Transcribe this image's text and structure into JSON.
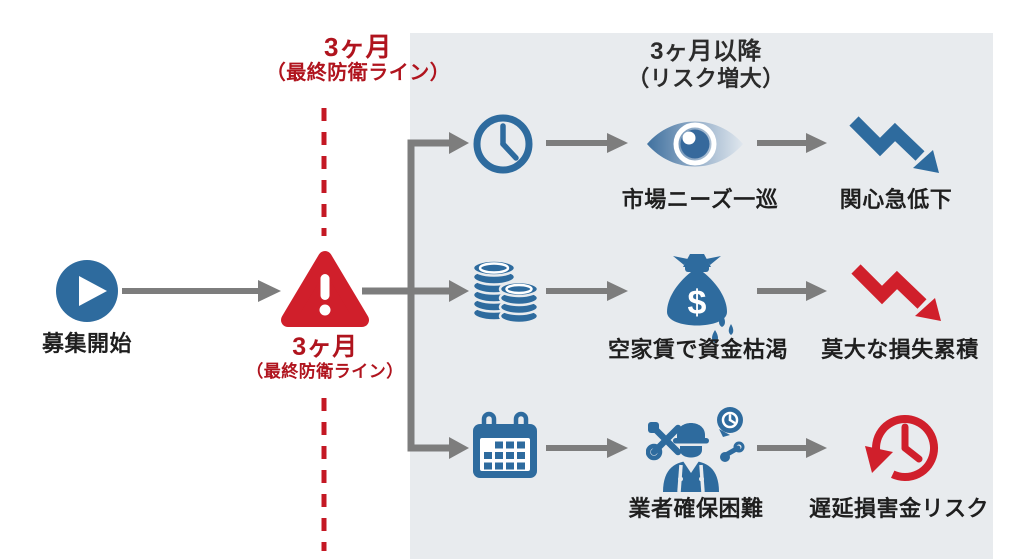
{
  "colors": {
    "icon_blue": "#2e6b9e",
    "icon_red": "#d01f2b",
    "text_red": "#b0141e",
    "arrow_gray": "#7d7d7d",
    "panel_bg": "#e8ebee",
    "text_dark": "#1f1f1f",
    "dashed_line_red": "#c41824"
  },
  "timeline": {
    "start_label": "募集開始",
    "deadline_top": {
      "title": "3ヶ月",
      "subtitle": "（最終防衛ライン）"
    },
    "milestone": {
      "title": "3ヶ月",
      "subtitle": "（最終防衛ライン）"
    }
  },
  "panel": {
    "header_title": "3ヶ月以降",
    "header_subtitle": "（リスク増大）"
  },
  "rows": [
    {
      "trigger_icon": "clock-icon",
      "cause_icon": "eye-icon",
      "cause_label": "市場ニーズ一巡",
      "effect_icon": "trend-down-blue-icon",
      "effect_label": "関心急低下"
    },
    {
      "trigger_icon": "coins-icon",
      "cause_icon": "money-bag-icon",
      "cause_label": "空家賃で資金枯渇",
      "effect_icon": "trend-down-red-icon",
      "effect_label": "莫大な損失累積"
    },
    {
      "trigger_icon": "calendar-icon",
      "cause_icon": "worker-icon",
      "cause_label": "業者確保困難",
      "effect_icon": "history-clock-icon",
      "effect_label": "遅延損害金リスク"
    }
  ],
  "icons": {
    "money_bag_symbol": "$"
  }
}
